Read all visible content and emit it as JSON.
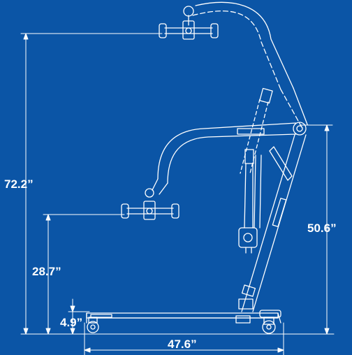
{
  "colors": {
    "background": "#0b55a6",
    "line": "#ffffff"
  },
  "dimensions": {
    "max_height": "72.2”",
    "arm_low_height": "28.7”",
    "mast_height": "50.6”",
    "base_height": "4.9”",
    "base_length": "47.6”"
  }
}
